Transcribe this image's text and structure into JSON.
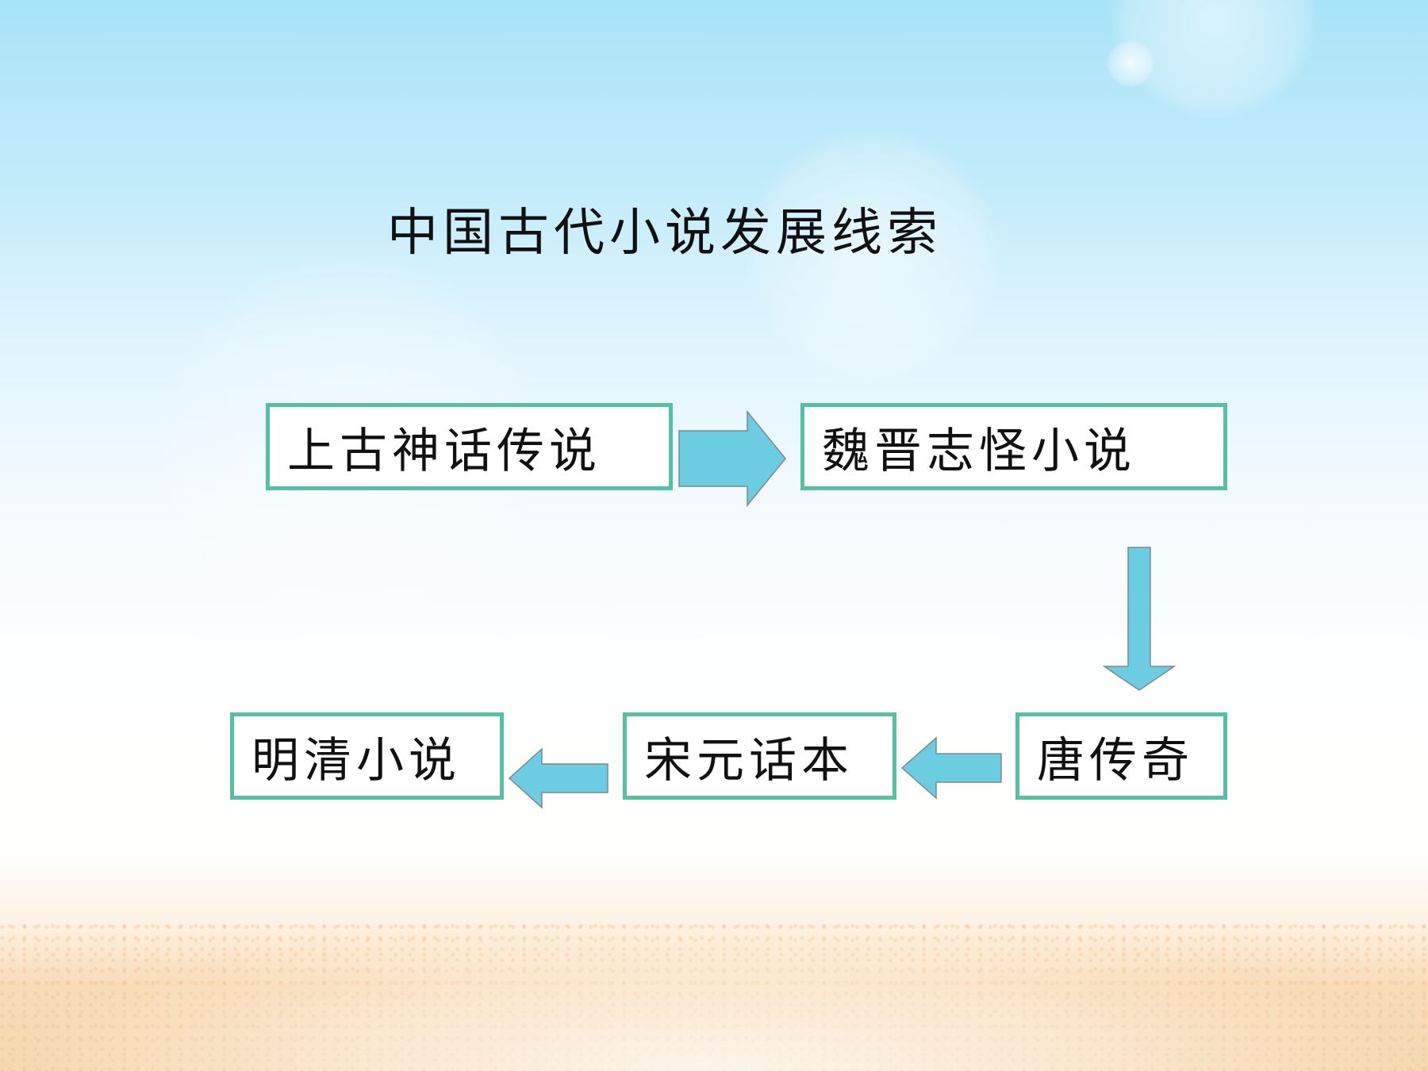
{
  "title": "中国古代小说发展线索",
  "nodes": [
    {
      "id": "n1",
      "label": "上古神话传说"
    },
    {
      "id": "n2",
      "label": "魏晋志怪小说"
    },
    {
      "id": "n3",
      "label": "唐传奇"
    },
    {
      "id": "n4",
      "label": "宋元话本"
    },
    {
      "id": "n5",
      "label": "明清小说"
    }
  ],
  "edges": [
    {
      "from": "n1",
      "to": "n2",
      "direction": "right"
    },
    {
      "from": "n2",
      "to": "n3",
      "direction": "down"
    },
    {
      "from": "n3",
      "to": "n4",
      "direction": "left"
    },
    {
      "from": "n4",
      "to": "n5",
      "direction": "left"
    }
  ],
  "colors": {
    "box_border": "#55c0a4",
    "arrow_fill": "#6ccde2",
    "arrow_stroke": "#7a8a90",
    "text": "#111111"
  }
}
